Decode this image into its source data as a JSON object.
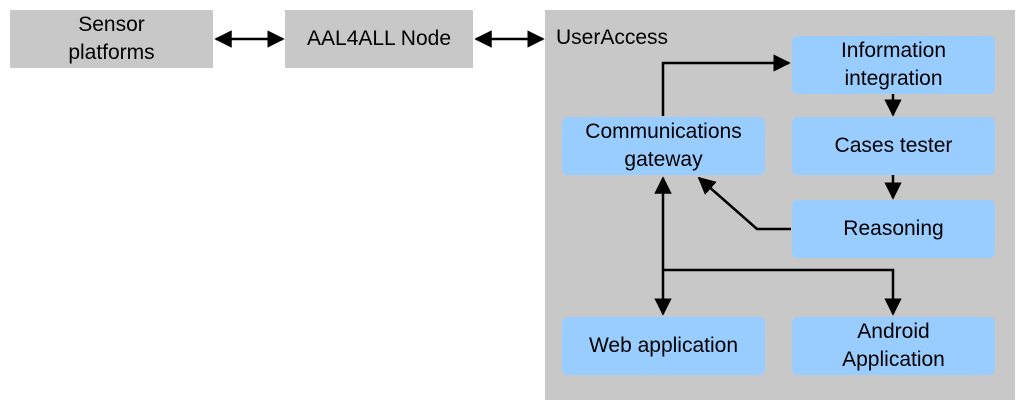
{
  "nodes": {
    "sensor": "Sensor\nplatforms",
    "aal4all": "AAL4ALL Node",
    "useraccess": "UserAccess",
    "info": "Information\nintegration",
    "comms": "Communications\ngateway",
    "cases": "Cases tester",
    "reasoning": "Reasoning",
    "web": "Web application",
    "android": "Android\nApplication"
  },
  "colors": {
    "outer_box": "#c8c8c8",
    "inner_box": "#99ccff",
    "arrow": "#000000"
  }
}
